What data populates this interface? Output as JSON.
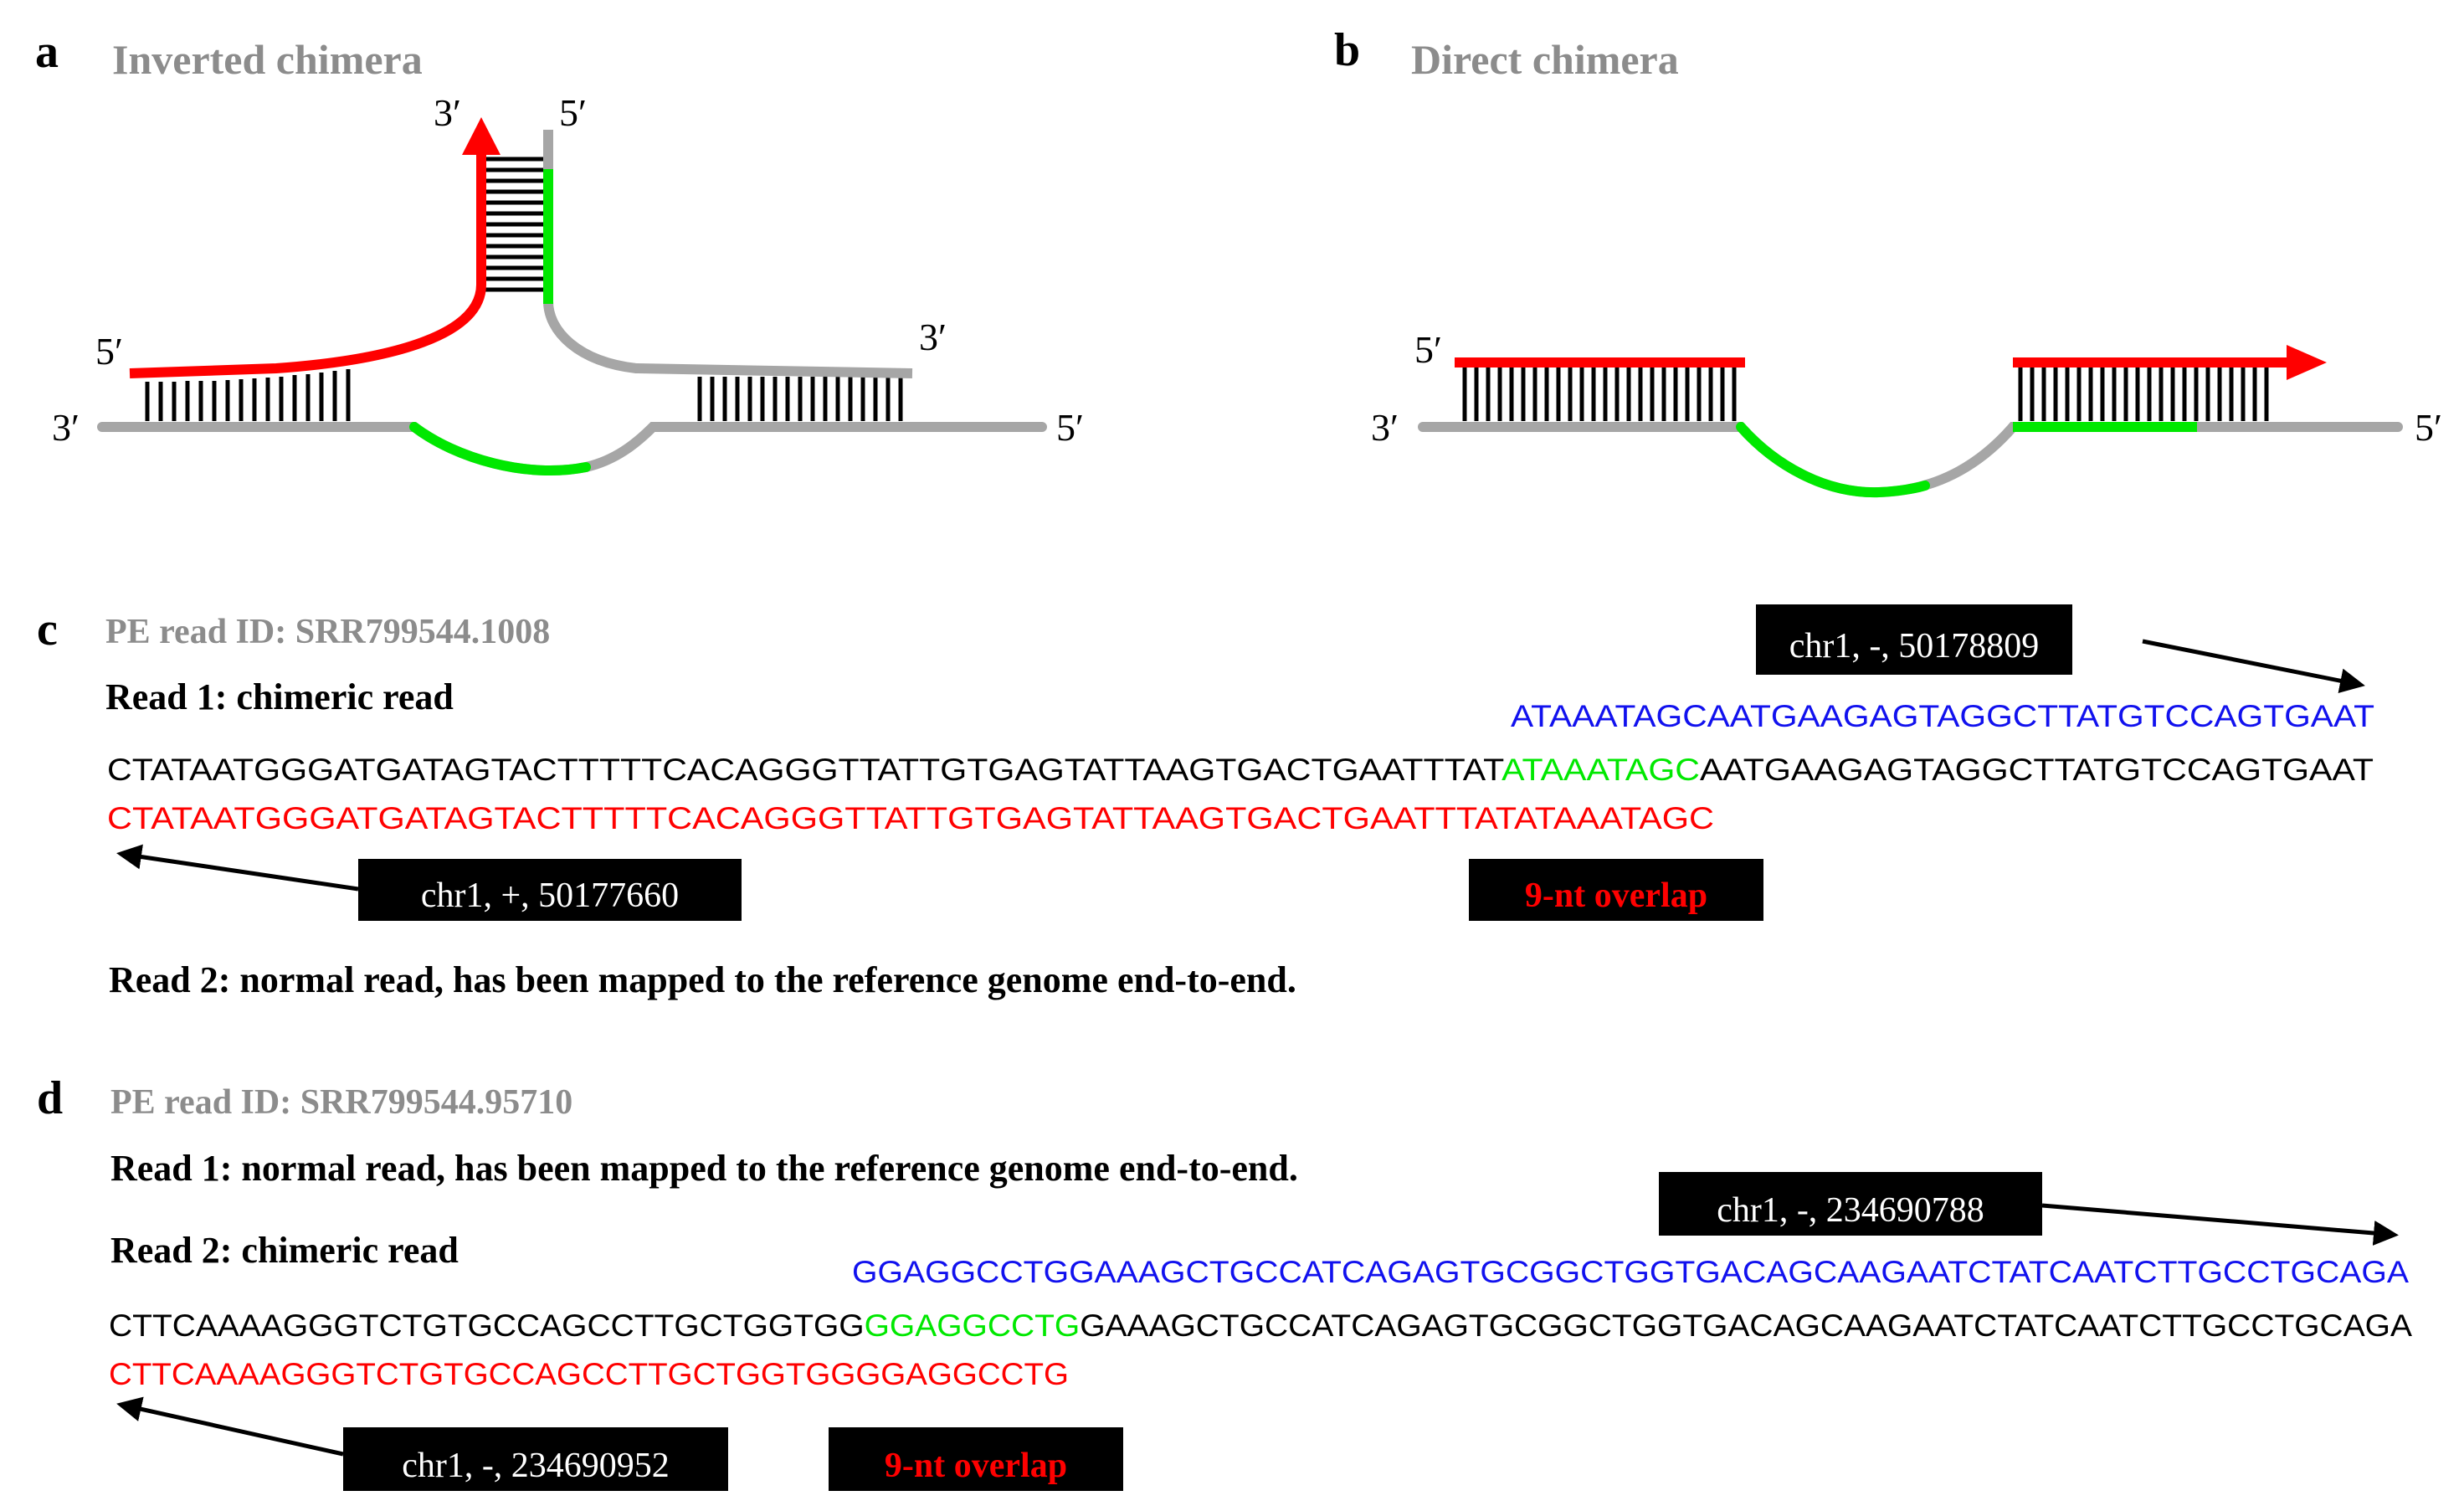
{
  "panel_a": {
    "letter": "a",
    "title": "Inverted chimera",
    "end_3_top": "3′",
    "end_5_top": "5′",
    "end_5_left": "5′",
    "end_3_right": "3′",
    "end_3_bottom": "3′",
    "end_5_bottom": "5′"
  },
  "panel_b": {
    "letter": "b",
    "title": "Direct chimera",
    "end_5_left": "5′",
    "end_3_left": "3′",
    "end_5_right": "5′"
  },
  "panel_c": {
    "letter": "c",
    "read_id": "PE read ID: SRR799544.1008",
    "read1_label": "Read 1: chimeric read",
    "blue_seq": "ATAAATAGCAATGAAGAGTAGGCTTATGTCCAGTGAAT",
    "black_seq_pre": "CTATAATGGGATGATAGTACTTTTTCACAGGGTTATTGTGAGTATTAAGTGACTGAATTTAT",
    "black_seq_overlap": "ATAAATAGC",
    "black_seq_post": "AATGAAGAGTAGGCTTATGTCCAGTGAAT",
    "red_seq": "CTATAATGGGATGATAGTACTTTTTCACAGGGTTATTGTGAGTATTAAGTGACTGAATTTATATAAATAGC",
    "box_upper": "chr1, -, 50178809",
    "box_lower": "chr1, +, 50177660",
    "overlap": "9-nt overlap",
    "read2_label": "Read 2: normal read, has been mapped to the reference genome end-to-end."
  },
  "panel_d": {
    "letter": "d",
    "read_id": "PE read ID: SRR799544.95710",
    "read1_label": "Read 1: normal read, has been mapped to the reference genome end-to-end.",
    "read2_label": "Read 2: chimeric read",
    "blue_seq": "GGAGGCCTGGAAAGCTGCCATCAGAGTGCGGCTGGTGACAGCAAGAATCTATCAATCTTGCCTGCAGA",
    "black_seq_pre": "CTTCAAAAGGGTCTGTGCCAGCCTTGCTGGTGG",
    "black_seq_overlap": "GGAGGCCTG",
    "black_seq_post": "GAAAGCTGCCATCAGAGTGCGGCTGGTGACAGCAAGAATCTATCAATCTTGCCTGCAGA",
    "red_seq": "CTTCAAAAGGGTCTGTGCCAGCCTTGCTGGTGGGGAGGCCTG",
    "box_upper": "chr1, -, 234690788",
    "box_lower": "chr1, -, 234690952",
    "overlap": "9-nt overlap"
  },
  "colors": {
    "red": "#ff0000",
    "green": "#00e800",
    "gray": "#a6a6a6",
    "blue": "#1111ee",
    "black": "#000000",
    "title_gray": "#8c8c8c"
  }
}
